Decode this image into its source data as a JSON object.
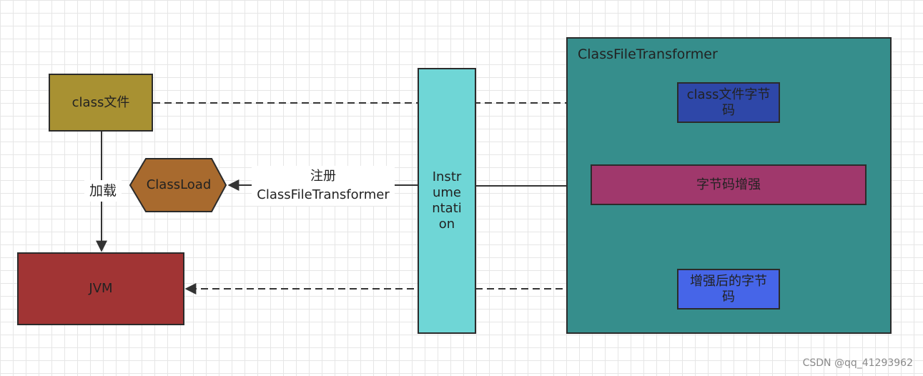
{
  "nodes": {
    "class_file": "class文件",
    "classload": "ClassLoad",
    "jvm": "JVM",
    "instrumentation": "Instrumentation",
    "container_title": "ClassFileTransformer",
    "bytecode": "class文件字节码",
    "enhance": "字节码增强",
    "enhanced_bytecode": "增强后的字节码"
  },
  "edges": {
    "load_label": "加载",
    "register_label_line1": "注册",
    "register_label_line2": "ClassFileTransformer"
  },
  "watermark": "CSDN @qq_41293962",
  "colors": {
    "class_file": "#a89132",
    "classload": "#a86a2e",
    "jvm": "#a13434",
    "instrumentation": "#6fd6d6",
    "container": "#368e8c",
    "bytecode": "#2e47a8",
    "enhance": "#a0386c",
    "enhanced_bytecode": "#4665e8"
  }
}
